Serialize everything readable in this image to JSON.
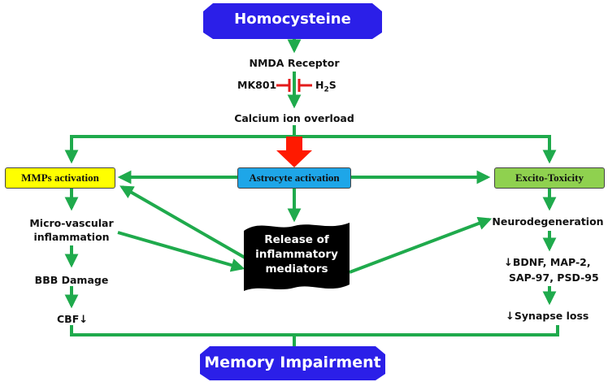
{
  "top_banner": {
    "text": "Homocysteine",
    "color": "#2b1fe8"
  },
  "bottom_banner": {
    "text": "Memory Impairment",
    "color": "#2b1fe8"
  },
  "nmda": "NMDA Receptor",
  "inhibitors": {
    "left": "MK801",
    "right_main": "H",
    "right_sub": "2",
    "right_end": "S"
  },
  "calcium": "Calcium ion overload",
  "boxes": {
    "mmp": {
      "text": "MMPs activation",
      "color": "#ffff00"
    },
    "astro": {
      "text": "Astrocyte activation",
      "color": "#1ea6e8"
    },
    "excito": {
      "text": "Excito-Toxicity",
      "color": "#8fd14f"
    }
  },
  "left_chain": {
    "micro_line1": "Micro-vascular",
    "micro_line2": "inflammation",
    "bbb": "BBB Damage",
    "cbf": "CBF"
  },
  "center": {
    "line1": "Release of",
    "line2": "inflammatory",
    "line3": "mediators"
  },
  "right_chain": {
    "neuro": "Neurodegeneration",
    "markers_line1": "BDNF, MAP-2,",
    "markers_line2": "SAP-97, PSD-95",
    "synapse": "Synapse loss"
  },
  "colors": {
    "arrow": "#1faa4c",
    "inhibit": "#e31b1b",
    "big_arrow": "#ff1a00"
  }
}
